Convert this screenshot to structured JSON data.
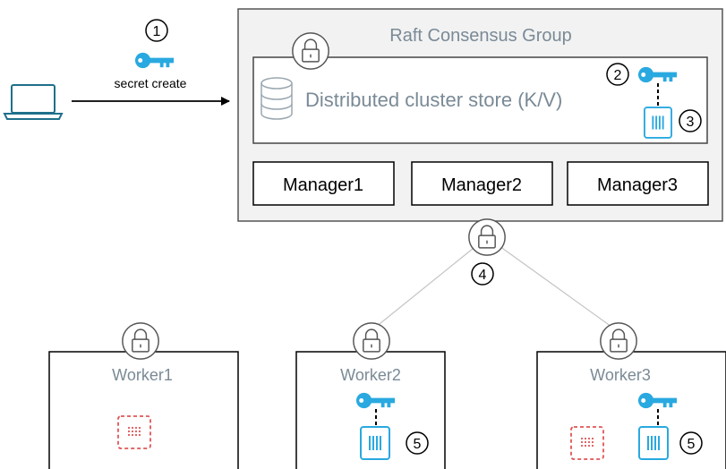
{
  "client": {
    "label": "secret create",
    "step": "1"
  },
  "raft_group": {
    "title": "Raft Consensus Group",
    "store_label": "Distributed cluster store (K/V)",
    "steps": [
      "2",
      "3"
    ],
    "managers": [
      "Manager1",
      "Manager2",
      "Manager3"
    ]
  },
  "connection": {
    "step": "4"
  },
  "workers": [
    {
      "name": "Worker1"
    },
    {
      "name": "Worker2",
      "step": "5"
    },
    {
      "name": "Worker3",
      "step": "5"
    }
  ],
  "colors": {
    "key": "#29a9e0",
    "container_active": "#29a9e0",
    "container_inactive": "#e05656",
    "group_bg": "#f2f2f2",
    "group_text": "#7a8a96",
    "border": "#444444",
    "laptop": "#1f6f8b"
  },
  "icons": [
    "laptop-icon",
    "key-icon",
    "lock-icon",
    "database-icon",
    "container-icon"
  ]
}
